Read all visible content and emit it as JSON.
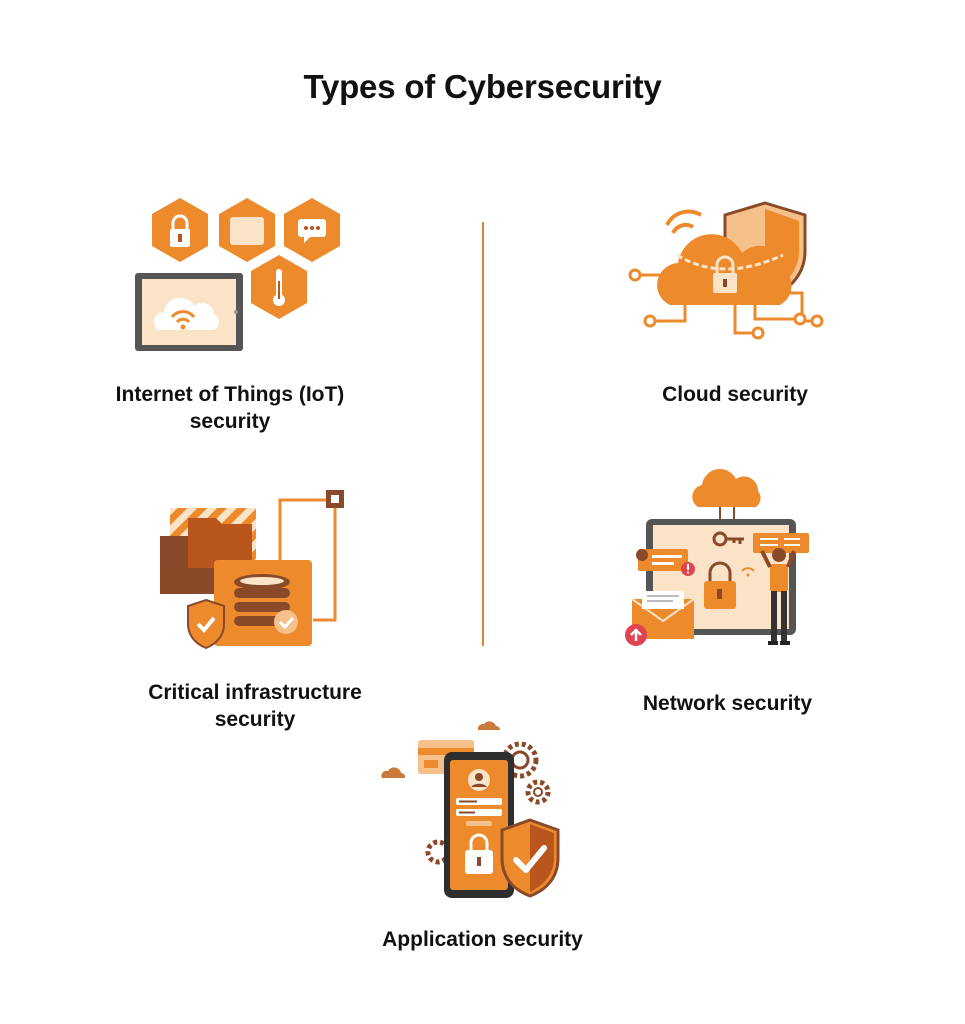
{
  "title": "Types of Cybersecurity",
  "colors": {
    "orange": "#ec8a2c",
    "dark_orange": "#b8561e",
    "light_orange": "#f6c08a",
    "brown": "#8a4a2a",
    "gray": "#4a4a4a",
    "divider": "#d98a2e"
  },
  "items": [
    {
      "label_line1": "Internet of Things (IoT)",
      "label_line2": "security",
      "icon": "iot-devices-icon"
    },
    {
      "label_line1": "Cloud security",
      "label_line2": "",
      "icon": "cloud-lock-icon"
    },
    {
      "label_line1": "Critical infrastructure",
      "label_line2": "security",
      "icon": "database-shield-icon"
    },
    {
      "label_line1": "Network security",
      "label_line2": "",
      "icon": "network-person-icon"
    },
    {
      "label_line1": "Application security",
      "label_line2": "",
      "icon": "mobile-app-shield-icon"
    }
  ]
}
